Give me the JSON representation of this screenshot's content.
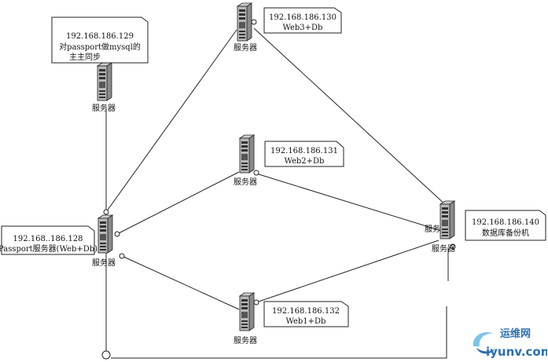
{
  "server_caption": "服务器",
  "notes": {
    "db_sync": {
      "lines": [
        "192.168.186.129",
        "对passport做mysql的",
        "主主同步"
      ]
    },
    "web3": {
      "lines": [
        "192.168.186.130",
        "Web3+Db"
      ]
    },
    "web2": {
      "lines": [
        "192.168.186.131",
        "Web2+Db"
      ]
    },
    "passport": {
      "lines": [
        "192.168..186.128",
        "Passport服务器(Web+Db)"
      ]
    },
    "web1": {
      "lines": [
        "192.168.186.132",
        "Web1+Db"
      ]
    },
    "backup": {
      "lines": [
        "192.168.186.140",
        "数据库备份机"
      ]
    }
  },
  "watermark": {
    "brand": "运维网",
    "site": "iyunv.com",
    "colors": {
      "primary": "#2a6fb0",
      "accent": "#7cc4e8"
    }
  }
}
